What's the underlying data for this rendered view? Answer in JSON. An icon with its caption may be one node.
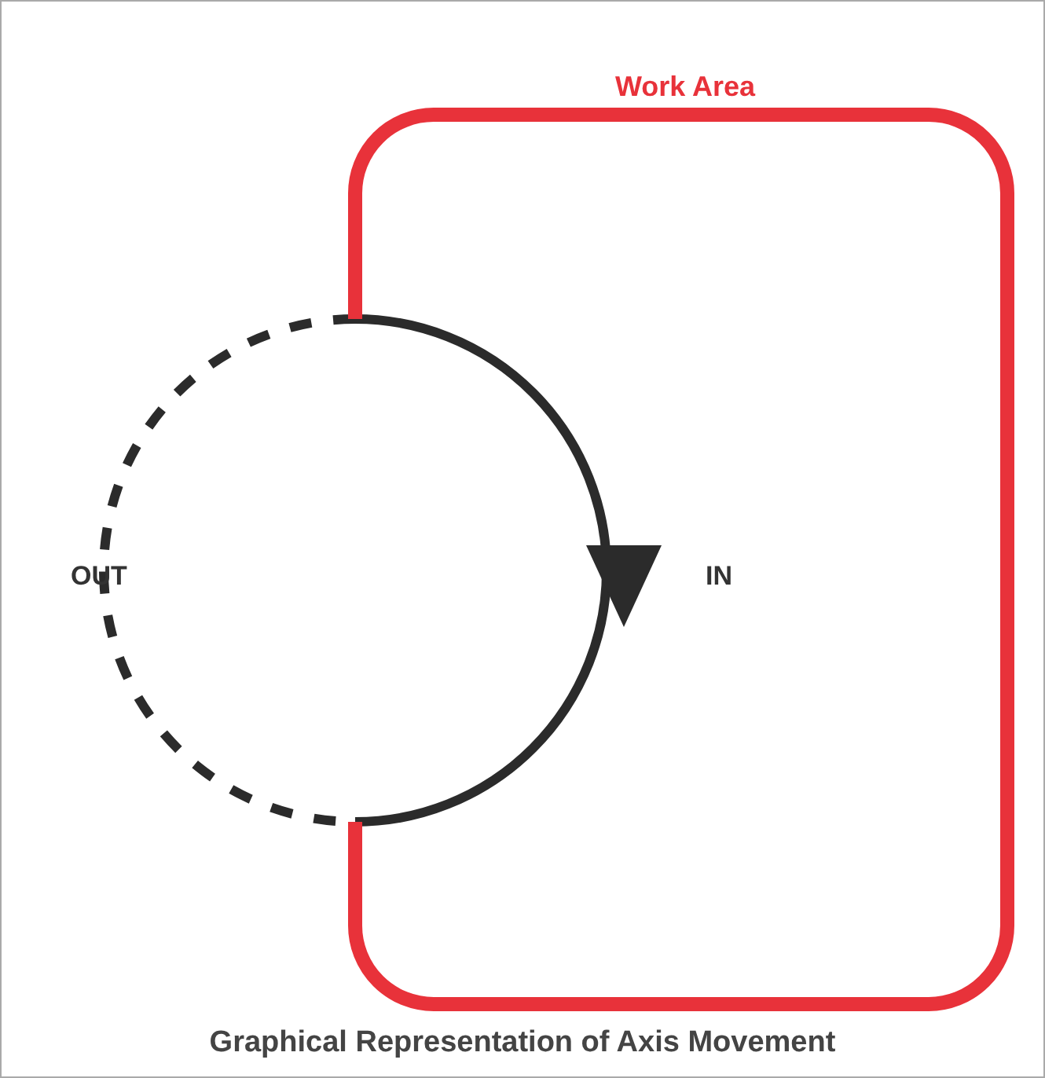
{
  "diagram": {
    "caption": "Graphical Representation of Axis Movement",
    "nodes": [
      {
        "text": [
          "Work Area"
        ]
      }
    ],
    "labels": [
      "OUT",
      "IN"
    ]
  }
}
